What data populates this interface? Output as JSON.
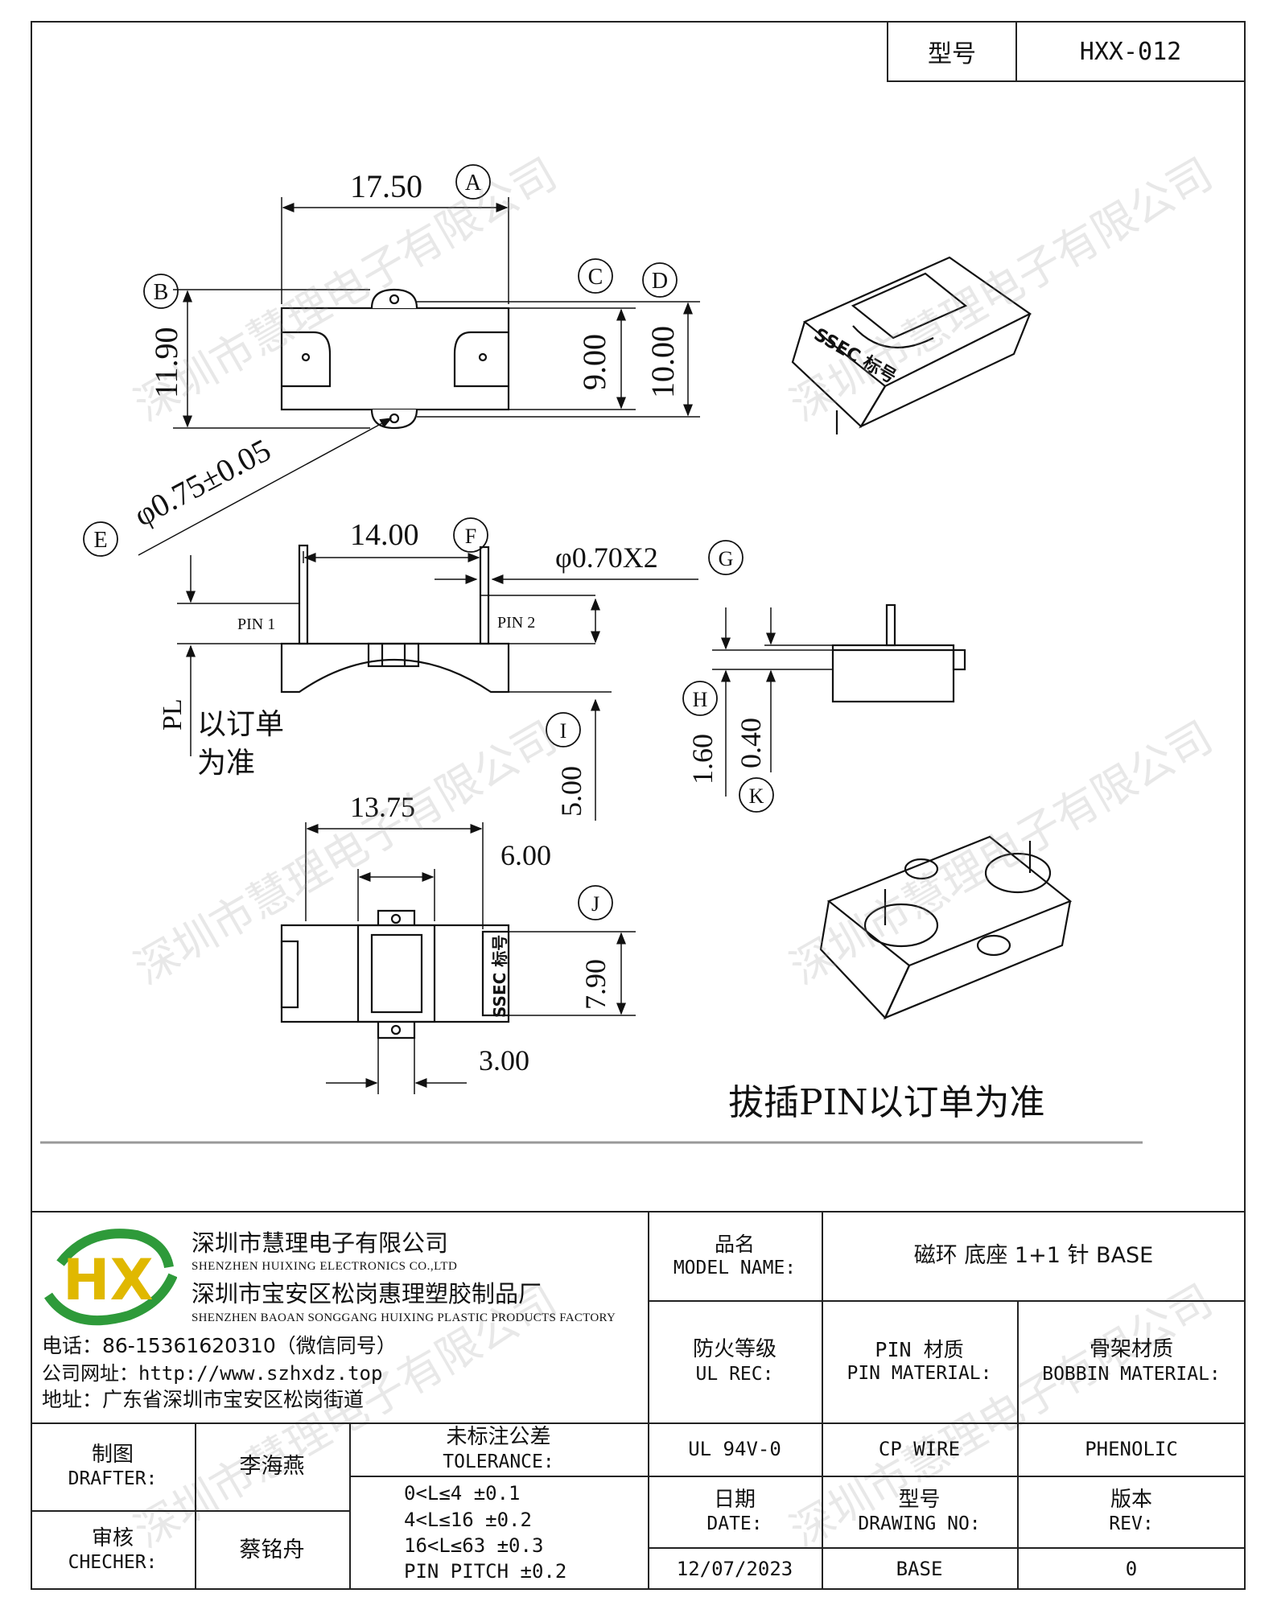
{
  "header": {
    "model_label": "型号",
    "model_value": "HXX-012"
  },
  "drawing": {
    "dim_a": "17.50",
    "tag_a": "A",
    "dim_b": "11.90",
    "tag_b": "B",
    "tag_c": "C",
    "dim_c": "9.00",
    "tag_d": "D",
    "dim_d": "10.00",
    "dim_e": "φ0.75±0.05",
    "tag_e": "E",
    "dim_f": "14.00",
    "tag_f": "F",
    "dim_g": "φ0.70X2",
    "tag_g": "G",
    "pin1": "PIN 1",
    "pin2": "PIN 2",
    "pl": "PL",
    "pl_note_1": "以订单",
    "pl_note_2": "为准",
    "dim_i": "5.00",
    "tag_i": "I",
    "tag_h": "H",
    "dim_h": "1.60",
    "dim_k": "0.40",
    "tag_k": "K",
    "dim_1375": "13.75",
    "dim_600": "6.00",
    "tag_j": "J",
    "dim_j": "7.90",
    "dim_300": "3.00",
    "marking": "SSEC 标号",
    "note": "拔插PIN以订单为准"
  },
  "watermark": "深圳市慧理电子有限公司",
  "company": {
    "logo": "HX",
    "name_cn": "深圳市慧理电子有限公司",
    "name_en": "SHENZHEN HUIXING ELECTRONICS CO.,LTD",
    "factory_cn": "深圳市宝安区松岗惠理塑胶制品厂",
    "factory_en": "SHENZHEN BAOAN SONGGANG HUIXING PLASTIC PRODUCTS FACTORY",
    "phone": "电话：86-15361620310（微信同号）",
    "website": "公司网址：http://www.szhxdz.top",
    "address": "地址：广东省深圳市宝安区松岗街道"
  },
  "title_block": {
    "model_name_cn": "品名",
    "model_name_en": "MODEL NAME:",
    "model_name_value": "磁环 底座 1+1 针  BASE",
    "ul_cn": "防火等级",
    "ul_en": "UL REC:",
    "pin_cn": "PIN 材质",
    "pin_en": "PIN MATERIAL:",
    "bobbin_cn": "骨架材质",
    "bobbin_en": "BOBBIN MATERIAL:",
    "ul_value": "UL 94V-0",
    "pin_value": "CP WIRE",
    "bobbin_value": "PHENOLIC",
    "drafter_cn": "制图",
    "drafter_en": "DRAFTER:",
    "drafter_name": "李海燕",
    "checker_cn": "审核",
    "checker_en": "CHECHER:",
    "checker_name": "蔡铭舟",
    "tolerance_cn": "未标注公差",
    "tolerance_en": "TOLERANCE:",
    "tolerance_lines": [
      "0<L≤4  ±0.1",
      "4<L≤16 ±0.2",
      "16<L≤63 ±0.3",
      "PIN PITCH ±0.2"
    ],
    "date_cn": "日期",
    "date_en": "DATE:",
    "date_value": "12/07/2023",
    "drawing_no_cn": "型号",
    "drawing_no_en": "DRAWING NO:",
    "drawing_no_value": "BASE",
    "rev_cn": "版本",
    "rev_en": "REV:",
    "rev_value": "0"
  }
}
